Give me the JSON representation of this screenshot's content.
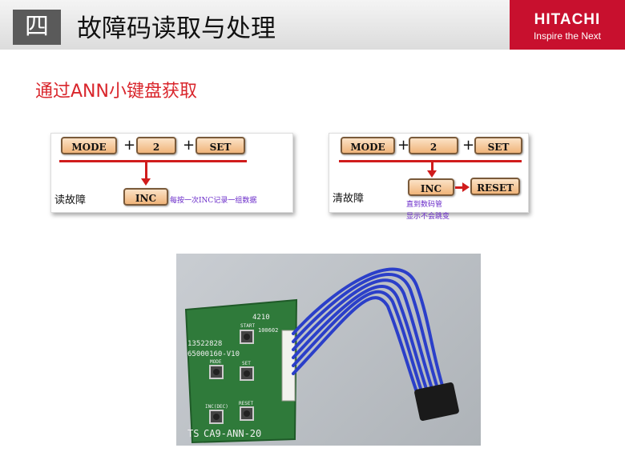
{
  "header": {
    "section_number": "四",
    "title": "故障码读取与处理",
    "brand_name": "HITACHI",
    "brand_tagline": "Inspire the Next",
    "brand_color": "#c8102e"
  },
  "subtitle": "通过ANN小键盘获取",
  "left_panel": {
    "keys": [
      "MODE",
      "2",
      "SET"
    ],
    "plus": [
      "+",
      "+"
    ],
    "action_label": "读故障",
    "result_key": "INC",
    "note": "每按一次INC记录一组数据"
  },
  "right_panel": {
    "keys": [
      "MODE",
      "2",
      "SET"
    ],
    "plus": [
      "+",
      "+"
    ],
    "action_label": "清故障",
    "result_key": "INC",
    "reset_key": "RESET",
    "note_line1": "直到数码管",
    "note_line2": "显示不会跳变"
  },
  "photo": {
    "board_text_1": "4210",
    "board_text_2": "13522828",
    "board_text_3": "65000160-V10",
    "board_text_4": "100602",
    "btn_start": "START",
    "btn_mode": "MODE",
    "btn_set": "SET",
    "btn_inc": "INC(DEC)",
    "btn_reset": "RESET",
    "board_model": "CA9-ANN-20",
    "board_prefix": "TS"
  },
  "colors": {
    "accent_red": "#d9262c",
    "key_fill": "#f0b47a",
    "note_purple": "#6a2bc9",
    "board_green": "#2f7a3a",
    "wire_blue": "#2b3fc9"
  }
}
